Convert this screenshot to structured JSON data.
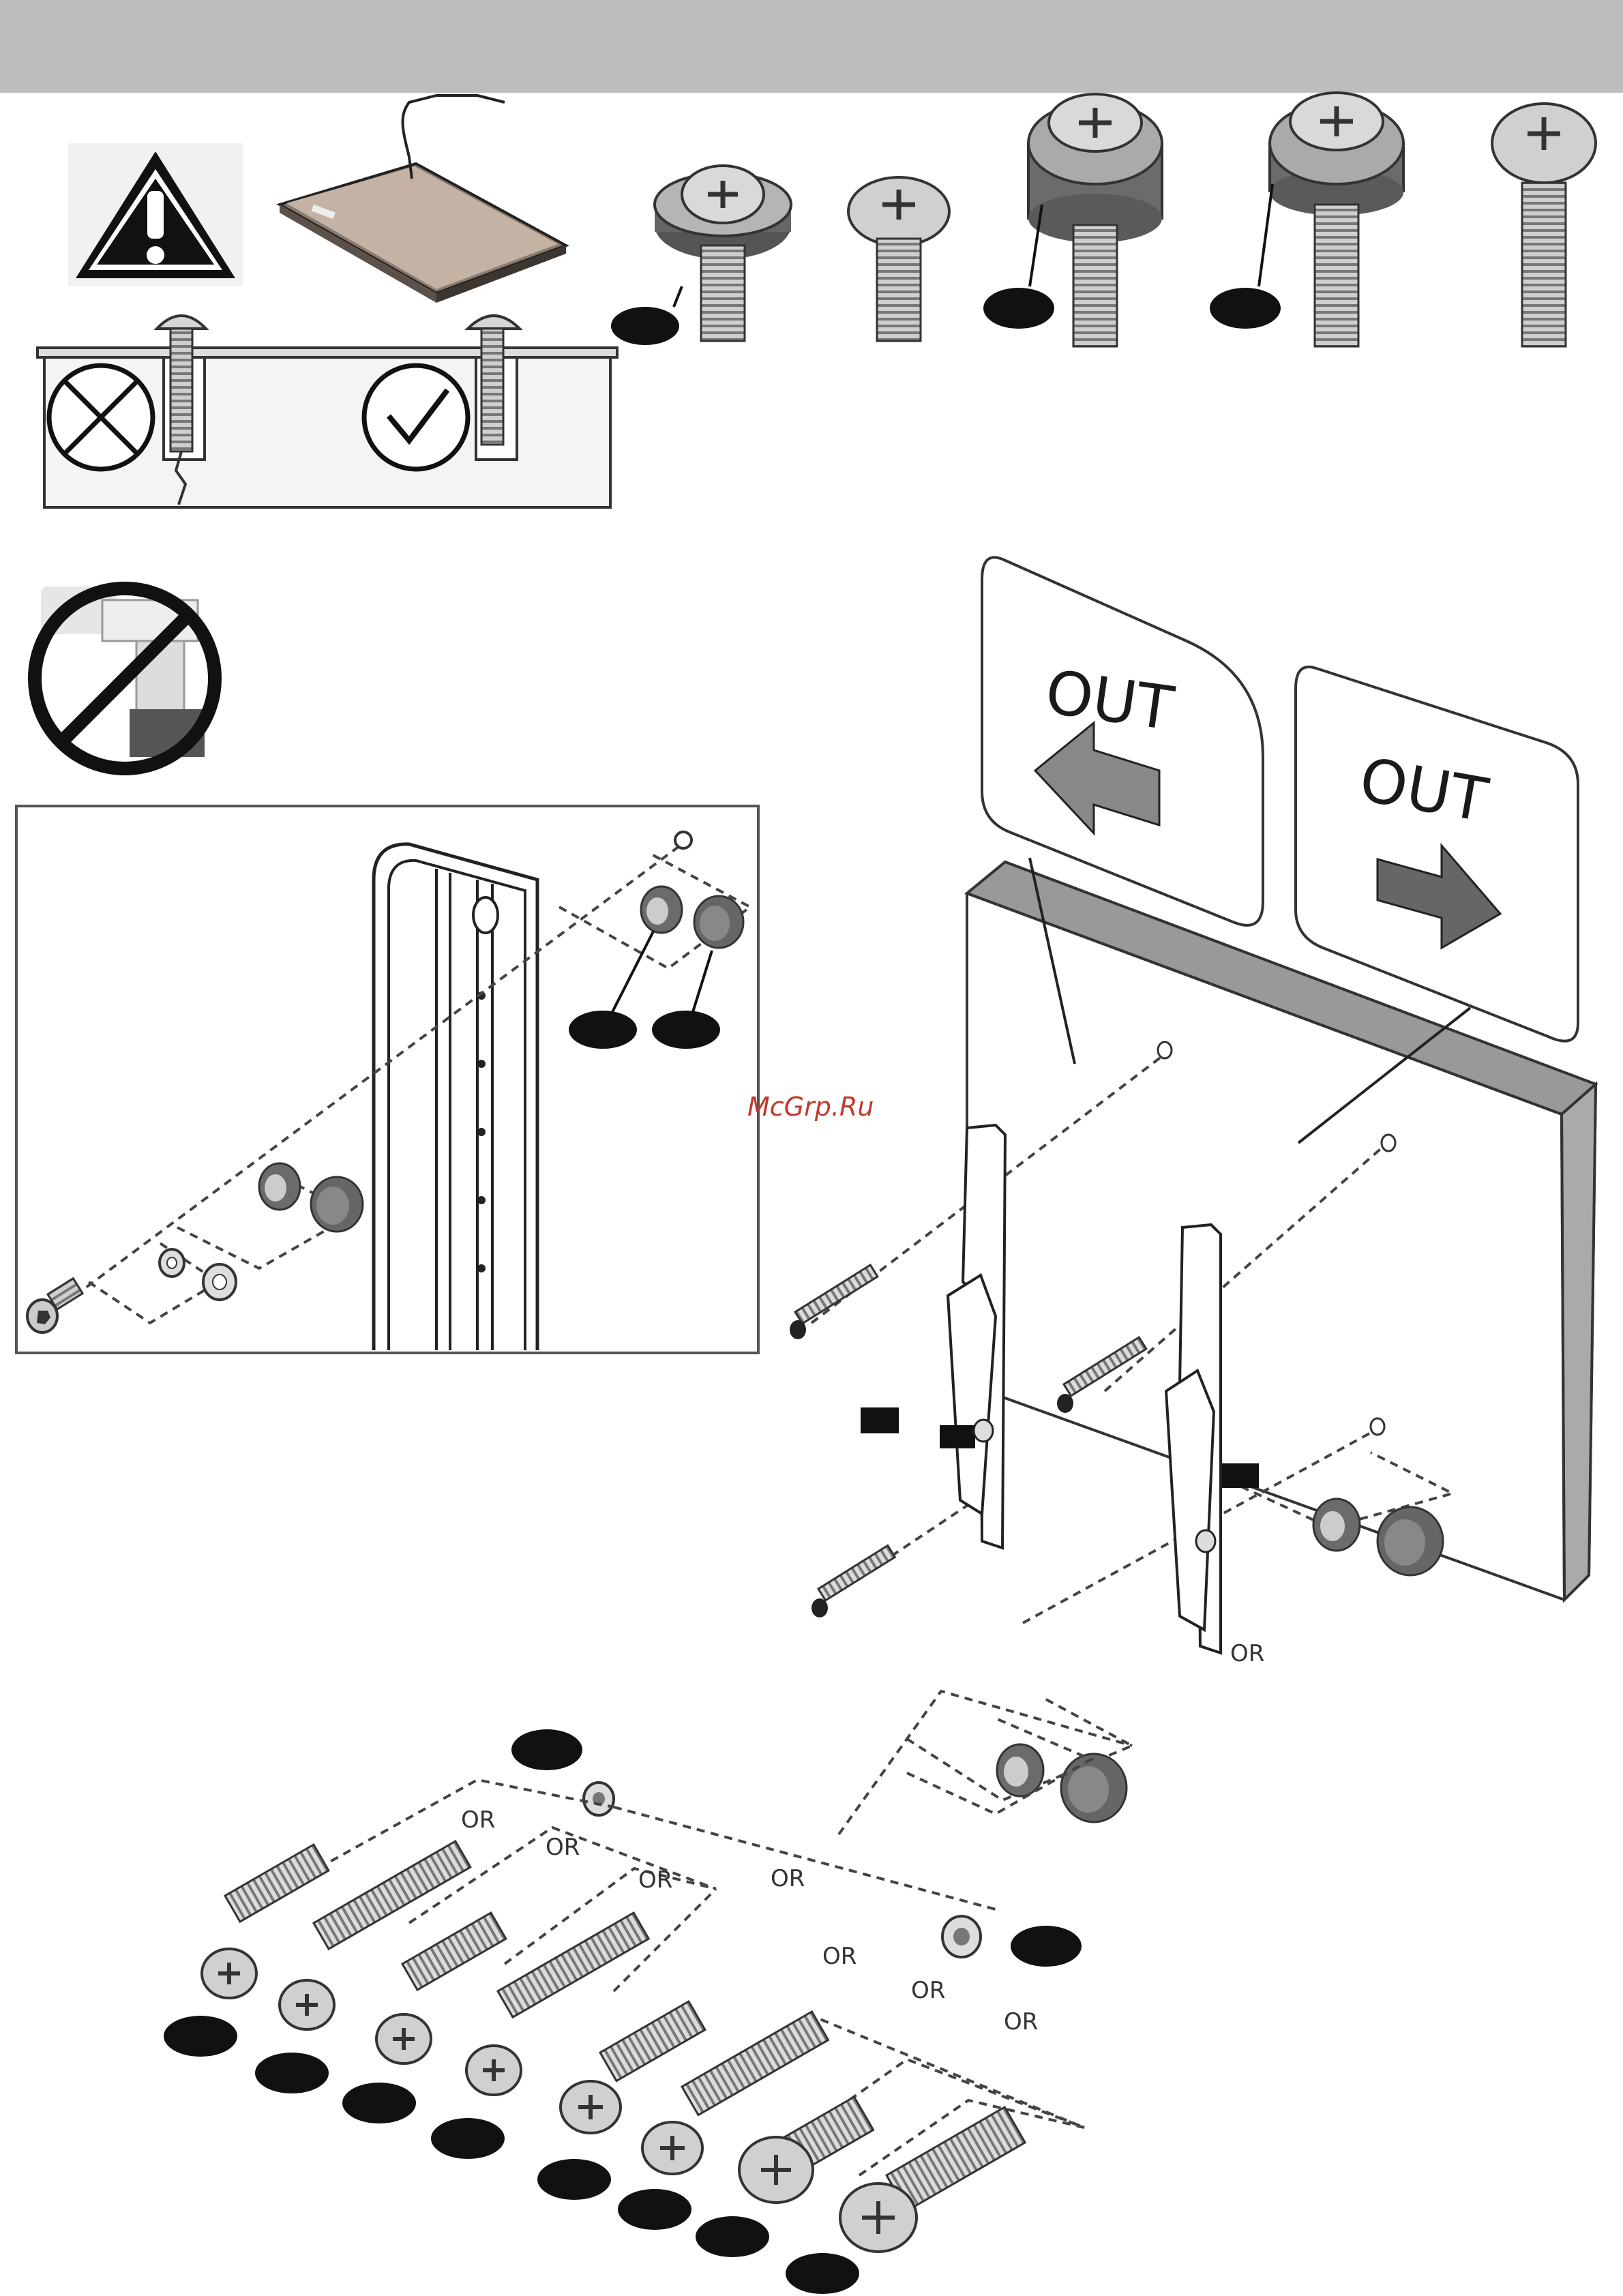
{
  "signs": {
    "left_label": "OUT",
    "right_label": "OUT"
  },
  "or_label": "OR",
  "watermark": "McGrp.Ru",
  "icons": [
    "warning-icon",
    "no-drill-icon",
    "wrong-icon",
    "correct-icon",
    "arrow-left-icon",
    "arrow-right-icon"
  ]
}
